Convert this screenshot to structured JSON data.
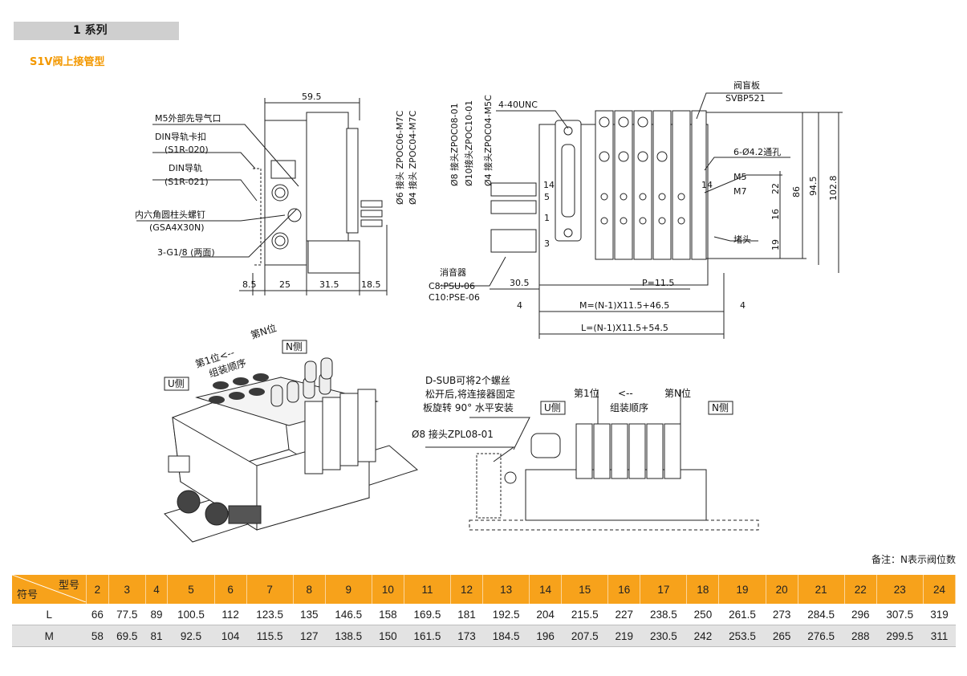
{
  "header": {
    "series": "1 系列",
    "subtitle": "S1V阀上接管型"
  },
  "drawing_labels": {
    "side_view": {
      "w_total": "59.5",
      "m5_port": "M5外部先导气口",
      "din_clip": "DIN导轨卡扣",
      "din_clip_code": "(S1R-020)",
      "din_rail": "DIN导轨",
      "din_rail_code": "(S1R-021)",
      "screw": "内六角圆柱头螺钉",
      "screw_code": "(GSA4X30N)",
      "port_g18": "3-G1/8 (两面)",
      "fit_zpoc06": "Ø6 接头 ZPOC06-M7C",
      "fit_zpoc04": "Ø4 接头 ZPOC04-M7C",
      "d1": "8.5",
      "d2": "25",
      "d3": "31.5",
      "d4": "18.5"
    },
    "front_view": {
      "fit_zpoc08": "Ø8 接头ZPOC08-01",
      "fit_zpoc10": "Ø10接头ZPOC10-01",
      "fit_zpoc04m5": "Ø4 接头ZPOC04-M5C",
      "unc": "4-40UNC",
      "blank_plate": "阀盲板",
      "blank_plate_code": "SVBP521",
      "holes": "6-Ø4.2通孔",
      "m5": "M5",
      "m7": "M7",
      "plug": "堵头",
      "silencer": "消音器",
      "silencer_c8": "C8:PSU-06",
      "silencer_c10": "C10:PSE-06",
      "port14a": "14",
      "port14b": "14",
      "port5": "5",
      "port1": "1",
      "port3": "3",
      "d22": "22",
      "d16": "16",
      "d19": "19",
      "d86": "86",
      "d945": "94.5",
      "d1028": "102.8",
      "d305": "30.5",
      "pitch": "P=11.5",
      "m_formula": "M=(N-1)X11.5+46.5",
      "l_formula": "L=(N-1)X11.5+54.5",
      "d4a": "4",
      "d4b": "4"
    },
    "iso_view": {
      "pos1": "第1位<--",
      "posn": "第N位",
      "order": "组装顺序",
      "n_side": "N侧",
      "u_side": "U侧"
    },
    "dsub_view": {
      "note1": "D-SUB可将2个螺丝",
      "note2": "松开后,将连接器固定",
      "note3": "板旋转 90° 水平安装",
      "u_side": "U侧",
      "fit_zpl": "Ø8 接头ZPL08-01",
      "pos1": "第1位",
      "arrow": "<--",
      "posn": "第N位",
      "order": "组装顺序",
      "n_side": "N侧"
    }
  },
  "note": "备注：N表示阀位数",
  "table": {
    "corner_top": "型号",
    "corner_bottom": "符号",
    "headers": [
      "2",
      "3",
      "4",
      "5",
      "6",
      "7",
      "8",
      "9",
      "10",
      "11",
      "12",
      "13",
      "14",
      "15",
      "16",
      "17",
      "18",
      "19",
      "20",
      "21",
      "22",
      "23",
      "24"
    ],
    "rows": [
      {
        "label": "L",
        "values": [
          "66",
          "77.5",
          "89",
          "100.5",
          "112",
          "123.5",
          "135",
          "146.5",
          "158",
          "169.5",
          "181",
          "192.5",
          "204",
          "215.5",
          "227",
          "238.5",
          "250",
          "261.5",
          "273",
          "284.5",
          "296",
          "307.5",
          "319"
        ]
      },
      {
        "label": "M",
        "values": [
          "58",
          "69.5",
          "81",
          "92.5",
          "104",
          "115.5",
          "127",
          "138.5",
          "150",
          "161.5",
          "173",
          "184.5",
          "196",
          "207.5",
          "219",
          "230.5",
          "242",
          "253.5",
          "265",
          "276.5",
          "288",
          "299.5",
          "311"
        ]
      }
    ]
  },
  "colors": {
    "accent": "#f39800",
    "table_header": "#f7a21b",
    "row_alt": "#e3e3e3",
    "bar": "#cfcfcf"
  }
}
